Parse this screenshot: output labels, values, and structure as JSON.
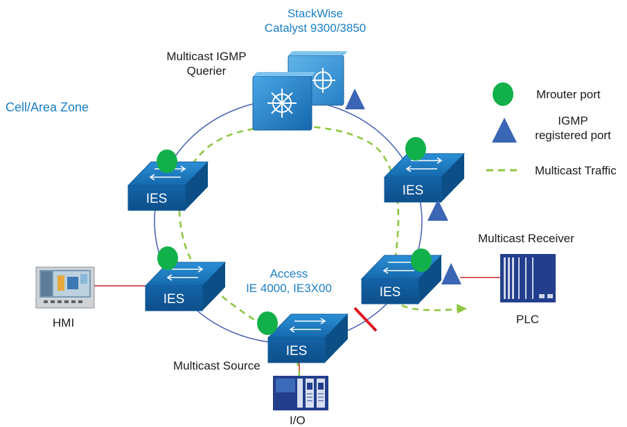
{
  "zone_label": "Cell/Area Zone",
  "distribution": {
    "line1": "StackWise",
    "line2": "Catalyst  9300/3850"
  },
  "querier": {
    "line1": "Multicast IGMP",
    "line2": "Querier"
  },
  "access": {
    "line1": "Access",
    "line2": "IE 4000,  IE3X00"
  },
  "switch_label": "IES",
  "hmi_label": "HMI",
  "plc_label": "PLC",
  "io_label": "I/O",
  "receiver_label": "Multicast Receiver",
  "source_label": "Multicast Source",
  "legend": {
    "mrouter": "Mrouter port",
    "igmp_line1": "IGMP",
    "igmp_line2": "registered port",
    "traffic": "Multicast Traffic"
  },
  "colors": {
    "mrouter": "#12b04a",
    "igmp": "#3b65b5",
    "traffic": "#8dc63f",
    "ring": "#4a64b4",
    "link": "#d0202a",
    "switch": "#1570b8",
    "label_blue": "#1a7fc7"
  }
}
